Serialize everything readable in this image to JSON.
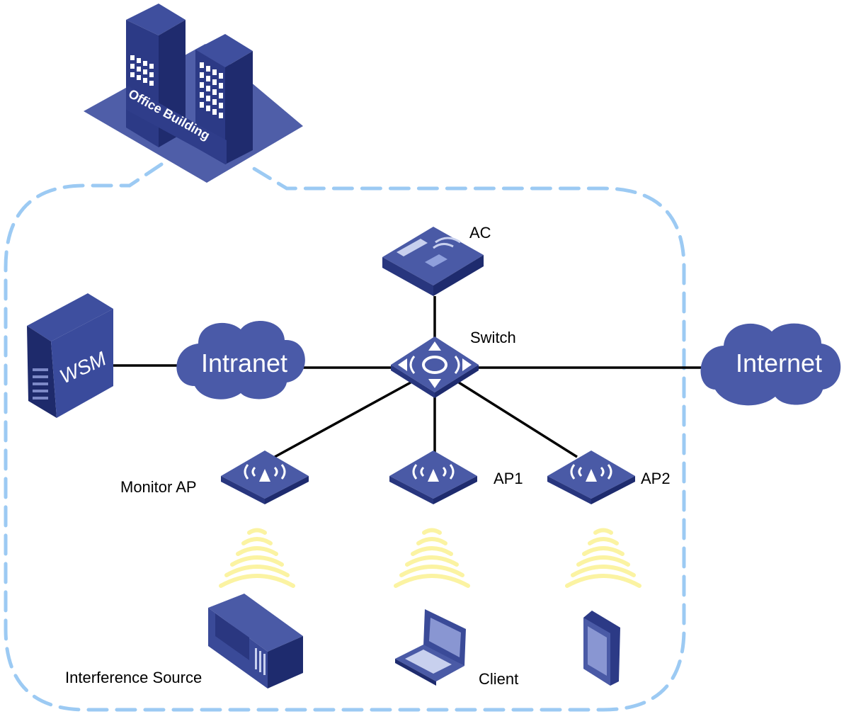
{
  "building": {
    "label": "Office Building"
  },
  "server": {
    "label": "WSM"
  },
  "clouds": {
    "intranet": "Intranet",
    "internet": "Internet"
  },
  "devices": {
    "ac": "AC",
    "switch": "Switch",
    "monitor_ap": "Monitor AP",
    "ap1": "AP1",
    "ap2": "AP2"
  },
  "endpoints": {
    "interference": "Interference Source",
    "client": "Client"
  },
  "colors": {
    "device_top": "#4a5aa6",
    "device_side": "#28367e",
    "cloud": "#4a5aa8",
    "boundary": "#9ccaf3",
    "signal": "#fbf3a2",
    "link": "#000000"
  }
}
